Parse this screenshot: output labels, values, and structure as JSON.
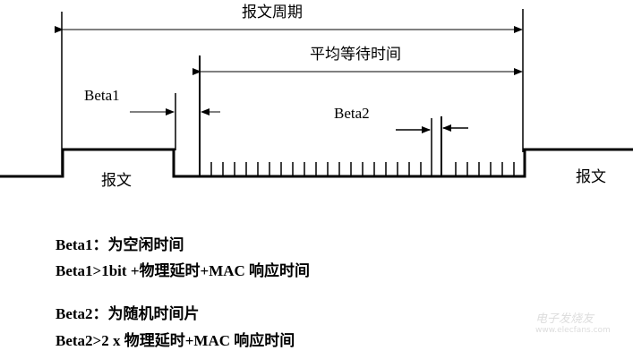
{
  "diagram": {
    "period_label": "报文周期",
    "avg_wait_label": "平均等待时间",
    "beta1_label": "Beta1",
    "beta2_label": "Beta2",
    "message_left_label": "报文",
    "message_right_label": "报文"
  },
  "notes": [
    "Beta1：为空闲时间",
    "Beta1>1bit +物理延时+MAC 响应时间",
    "Beta2：为随机时间片",
    "Beta2>2 x  物理延时+MAC 响应时间"
  ],
  "watermark": {
    "name": "电子发烧友",
    "url": "www.elecfans.com"
  }
}
